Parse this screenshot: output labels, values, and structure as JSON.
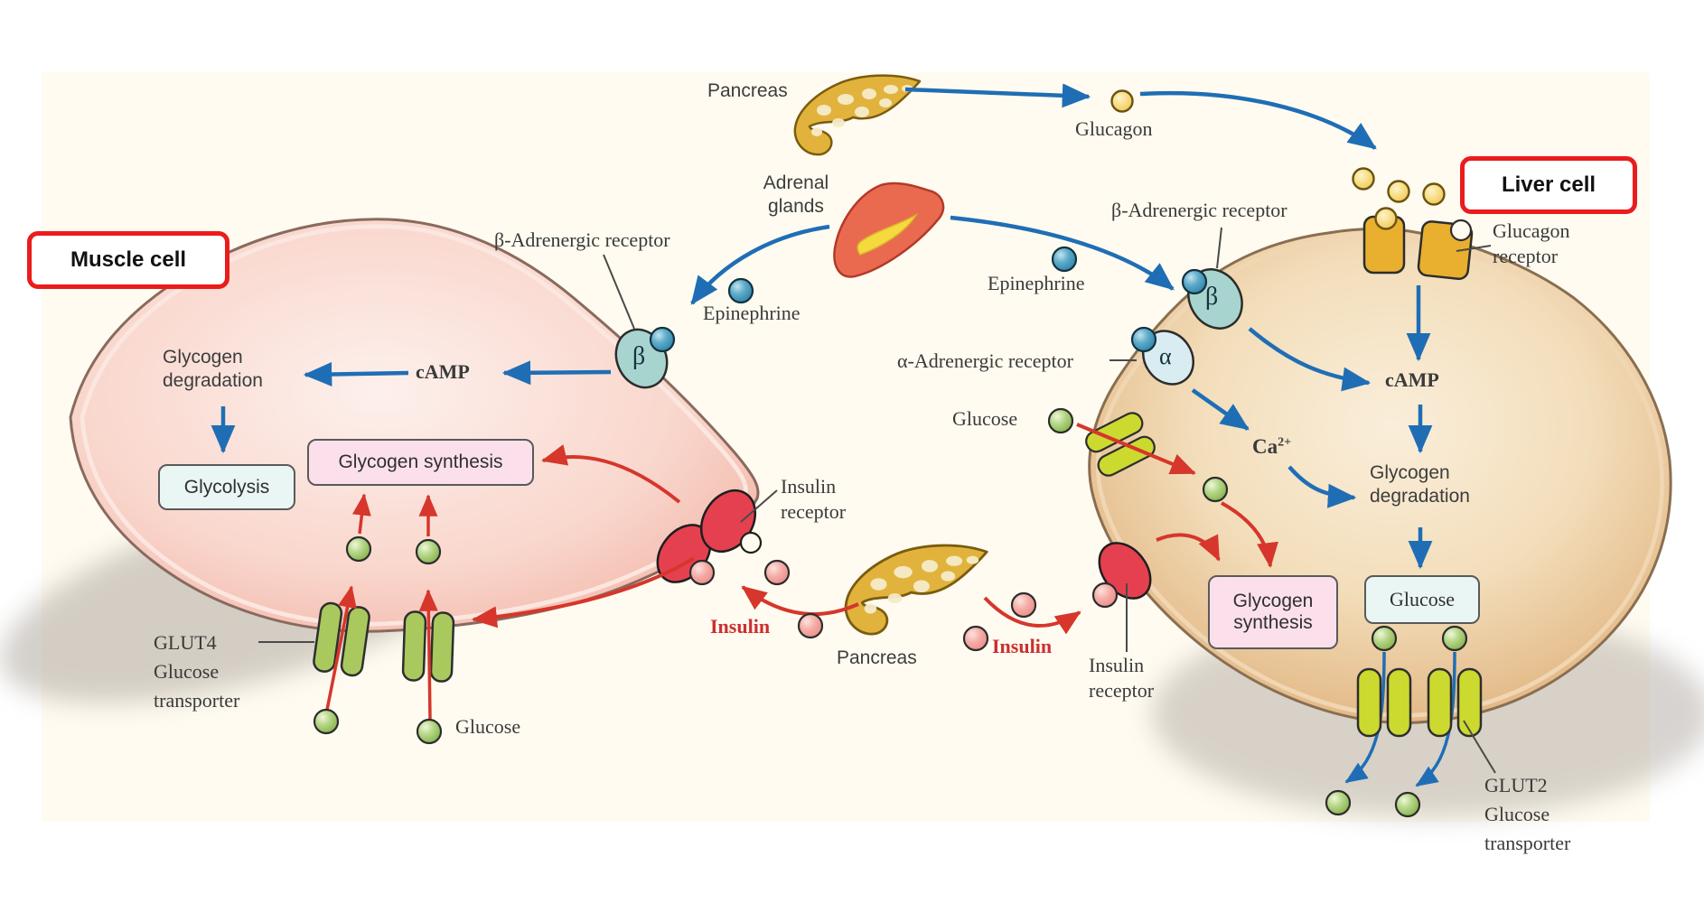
{
  "colors": {
    "panel_bg": "#fffbf0",
    "badge_border": "#ea1c1c",
    "blue_arrow": "#1f6eb5",
    "red_arrow": "#d6362b",
    "insulin_text": "#cc2f2f",
    "muscle_fill": "#f7cabe",
    "liver_fill": "#e9c austin"
  },
  "top": {
    "pancreas": "Pancreas",
    "glucagon": "Glucagon",
    "adrenal_line1": "Adrenal",
    "adrenal_line2": "glands"
  },
  "muscle": {
    "badge": "Muscle cell",
    "beta_receptor_label": "β-Adrenergic receptor",
    "epinephrine": "Epinephrine",
    "camp": "cAMP",
    "glycogen_line1": "Glycogen",
    "glycogen_line2": "degradation",
    "glycolysis": "Glycolysis",
    "glycogen_synthesis": "Glycogen synthesis",
    "glut4_line1": "GLUT4",
    "glut4_line2": "Glucose",
    "glut4_line3": "transporter",
    "glucose": "Glucose",
    "insulin_receptor_line1": "Insulin",
    "insulin_receptor_line2": "receptor",
    "beta": "β"
  },
  "center": {
    "insulin_left": "Insulin",
    "pancreas": "Pancreas",
    "insulin_right": "Insulin"
  },
  "liver": {
    "badge": "Liver cell",
    "glucagon_receptor_line1": "Glucagon",
    "glucagon_receptor_line2": "receptor",
    "beta_receptor_label": "β-Adrenergic receptor",
    "alpha_receptor_label": "α-Adrenergic receptor",
    "epinephrine": "Epinephrine",
    "glucose_outside": "Glucose",
    "ca": "Ca",
    "ca_sup": "2+",
    "camp": "cAMP",
    "glycogen_line1": "Glycogen",
    "glycogen_line2": "degradation",
    "glucose_box": "Glucose",
    "glycogen_synthesis_line1": "Glycogen",
    "glycogen_synthesis_line2": "synthesis",
    "insulin_receptor_line1": "Insulin",
    "insulin_receptor_line2": "receptor",
    "glut2_line1": "GLUT2",
    "glut2_line2": "Glucose",
    "glut2_line3": "transporter",
    "beta": "β",
    "alpha": "α"
  }
}
